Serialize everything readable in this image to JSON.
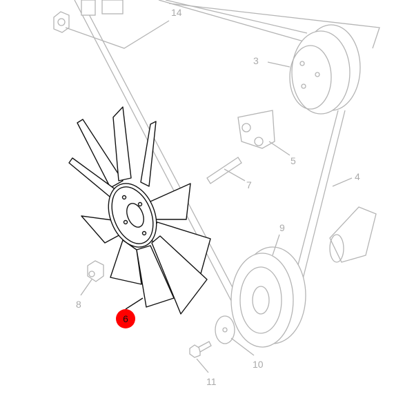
{
  "diagram": {
    "highlight_color": "#ff0000",
    "highlighted_part": "6",
    "part_labels": [
      "14",
      "3",
      "5",
      "7",
      "4",
      "9",
      "8",
      "10",
      "11"
    ]
  }
}
